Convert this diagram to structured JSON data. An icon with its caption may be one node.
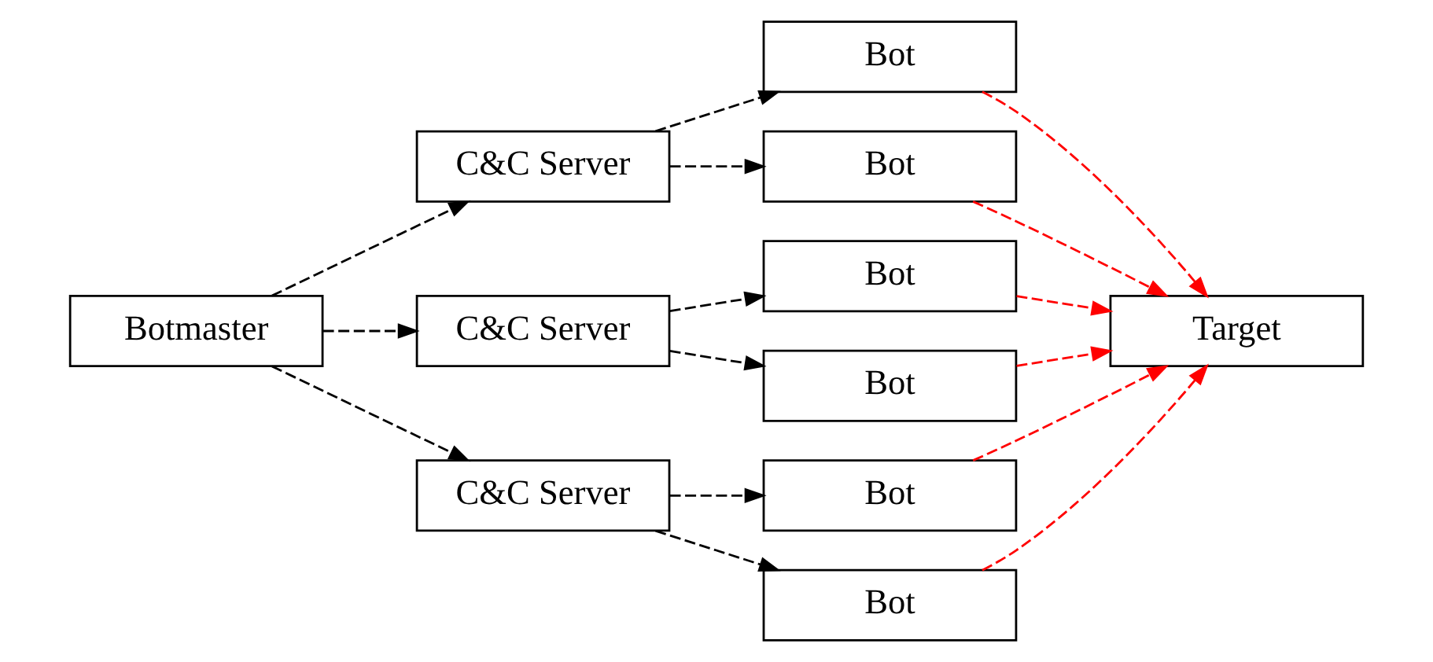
{
  "diagram": {
    "nodes": [
      {
        "text": [
          "Botmaster"
        ]
      },
      {
        "text": [
          "C&C Server"
        ]
      },
      {
        "text": [
          "C&C Server"
        ]
      },
      {
        "text": [
          "C&C Server"
        ]
      },
      {
        "text": [
          "Bot"
        ]
      },
      {
        "text": [
          "Bot"
        ]
      },
      {
        "text": [
          "Bot"
        ]
      },
      {
        "text": [
          "Bot"
        ]
      },
      {
        "text": [
          "Bot"
        ]
      },
      {
        "text": [
          "Bot"
        ]
      },
      {
        "text": [
          "Target"
        ]
      }
    ],
    "edges": [
      {
        "from": 0,
        "to": 1,
        "arrow": "to",
        "style": "dashed"
      },
      {
        "from": 0,
        "to": 2,
        "arrow": "to",
        "style": "dashed"
      },
      {
        "from": 0,
        "to": 3,
        "arrow": "to",
        "style": "dashed"
      },
      {
        "from": 1,
        "to": 4,
        "arrow": "to",
        "style": "dashed"
      },
      {
        "from": 1,
        "to": 5,
        "arrow": "to",
        "style": "dashed"
      },
      {
        "from": 2,
        "to": 6,
        "arrow": "to",
        "style": "dashed"
      },
      {
        "from": 2,
        "to": 7,
        "arrow": "to",
        "style": "dashed"
      },
      {
        "from": 3,
        "to": 8,
        "arrow": "to",
        "style": "dashed"
      },
      {
        "from": 3,
        "to": 9,
        "arrow": "to",
        "style": "dashed"
      },
      {
        "from": 4,
        "to": 10,
        "arrow": "to",
        "style": "dashed",
        "color": "#ff0000"
      },
      {
        "from": 5,
        "to": 10,
        "arrow": "to",
        "style": "dashed",
        "color": "#ff0000"
      },
      {
        "from": 6,
        "to": 10,
        "arrow": "to",
        "style": "dashed",
        "color": "#ff0000"
      },
      {
        "from": 7,
        "to": 10,
        "arrow": "to",
        "style": "dashed",
        "color": "#ff0000"
      },
      {
        "from": 8,
        "to": 10,
        "arrow": "to",
        "style": "dashed",
        "color": "#ff0000"
      },
      {
        "from": 9,
        "to": 10,
        "arrow": "to",
        "style": "dashed",
        "color": "#ff0000"
      }
    ]
  }
}
